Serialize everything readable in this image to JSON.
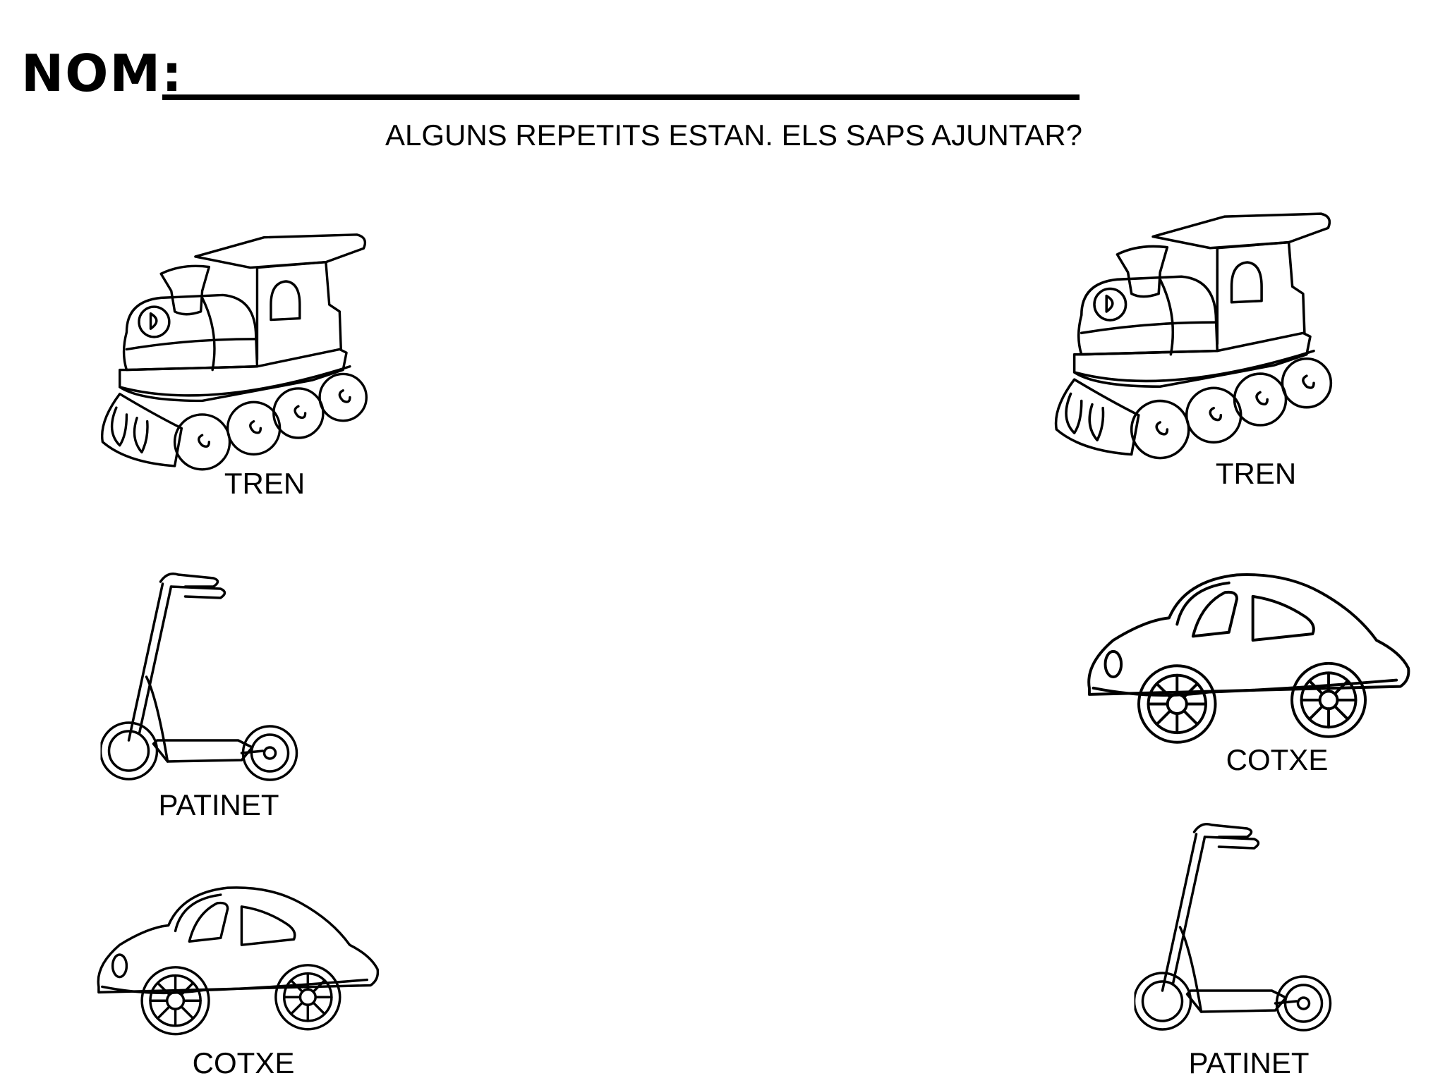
{
  "header": {
    "name_label": "NOM:",
    "instructions": "ALGUNS REPETITS ESTAN. ELS SAPS AJUNTAR?"
  },
  "left_column": [
    {
      "label": "TREN",
      "icon": "train-icon"
    },
    {
      "label": "PATINET",
      "icon": "scooter-icon"
    },
    {
      "label": "COTXE",
      "icon": "car-icon"
    }
  ],
  "right_column": [
    {
      "label": "TREN",
      "icon": "train-icon"
    },
    {
      "label": "COTXE",
      "icon": "car-icon"
    },
    {
      "label": "PATINET",
      "icon": "scooter-icon"
    }
  ]
}
